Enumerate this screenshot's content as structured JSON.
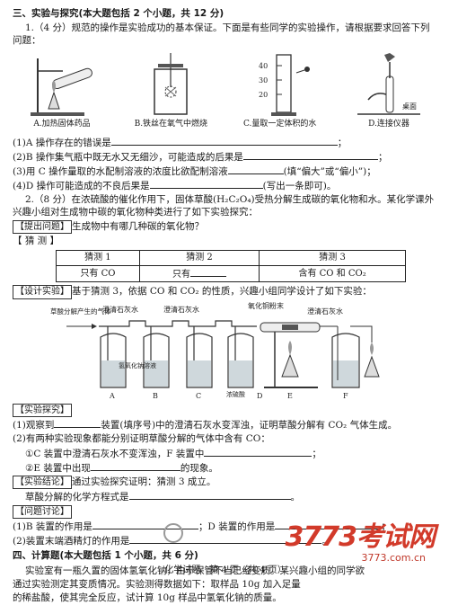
{
  "section3": {
    "title": "三、实验与探究(本大题包括 2 个小题，共 12 分)",
    "q1": {
      "stem": "1.（4 分）规范的操作是实验成功的基本保证。下面是有些同学的实验操作，请根据要求回答下列问题：",
      "figs": [
        "A.加热固体药品",
        "B.铁丝在氧气中燃烧",
        "C.量取一定体积的水",
        "D.连接仪器"
      ],
      "fig_d_label": "桌面",
      "cyl_ticks": [
        "40",
        "30",
        "20"
      ],
      "sub1": "(1)A 操作存在的错误是",
      "sub2": "(2)B 操作集气瓶中既无水又无细沙，可能造成的后果是",
      "sub3a": "(3)用 C 操作量取的水配制溶液的浓度比欲配制溶液",
      "sub3b": "(填“偏大”或“偏小”)；",
      "sub4a": "(4)D 操作可能造成的不良后果是",
      "sub4b": "(写出一条即可)。"
    },
    "q2": {
      "stem": "2.（8 分）在浓硫酸的催化作用下，固体草酸(H₂C₂O₄)受热分解生成碳的氧化物和水。某化学课外兴趣小组对生成物中碳的氧化物种类进行了如下实验探究：",
      "tag_question": "【提出问题】",
      "question": "生成物中有哪几种碳的氧化物？",
      "tag_guess": "【 猜    测 】",
      "guess_headers": [
        "猜测 1",
        "猜测 2",
        "猜测 3"
      ],
      "guess_values": [
        "只有 CO",
        "只有",
        "含有 CO 和 CO₂"
      ],
      "tag_design": "【设计实验】",
      "design": "基于猜测 3，依据 CO 和 CO₂ 的性质，兴趣小组同学设计了如下实验：",
      "app_labels": {
        "gas": "草酸分解产生的气体",
        "lime1": "澄清石灰水",
        "lime2": "澄清石灰水",
        "cuo": "氧化铜粉末",
        "lime3": "澄清石灰水",
        "naoh": "氢氧化钠溶液",
        "h2so4": "浓硫酸",
        "letters": [
          "A",
          "B",
          "C",
          "D",
          "E",
          "F"
        ]
      },
      "tag_explore": "【实验探究】",
      "exp1a": "(1)观察到",
      "exp1b": "装置(填序号)中的澄清石灰水变浑浊，证明草酸分解有 CO₂ 气体生成。",
      "exp2": "(2)有两种实验现象都能分别证明草酸分解的气体中含有 CO：",
      "exp2_1": "①C 装置中澄清石灰水不变浑浊，F 装置中",
      "exp2_2": "②E 装置中出现",
      "exp2_2b": "的现象。",
      "tag_conclusion": "【实验结论】",
      "conclusion": "通过实验探究证明：猜测 3 成立。",
      "equation": "草酸分解的化学方程式是",
      "tag_discuss": "【问题讨论】",
      "disc1a": "(1)B 装置的作用是",
      "disc1b": "；D 装置的作用是",
      "disc2": "(2)装置末端酒精灯的作用是"
    }
  },
  "section4": {
    "title": "四、计算题(本大题包括 1 个小题，共 6 分)",
    "text1": "实验室有一瓶久置的固体氢氧化钠，由于保管不当已经变质。某兴趣小组的同学欲",
    "text2": "通过实验测定其变质情况。实验测得数据如下：取样品 10g 加入足量",
    "text3": "的稀盐酸，使其完全反应，试计算 10g 样品中氢氧化钠的质量。"
  },
  "footer": "化学试题　第 4 页（共 4 页）",
  "watermark": {
    "brand": "3773考试网",
    "url": "3773.com.cn"
  }
}
